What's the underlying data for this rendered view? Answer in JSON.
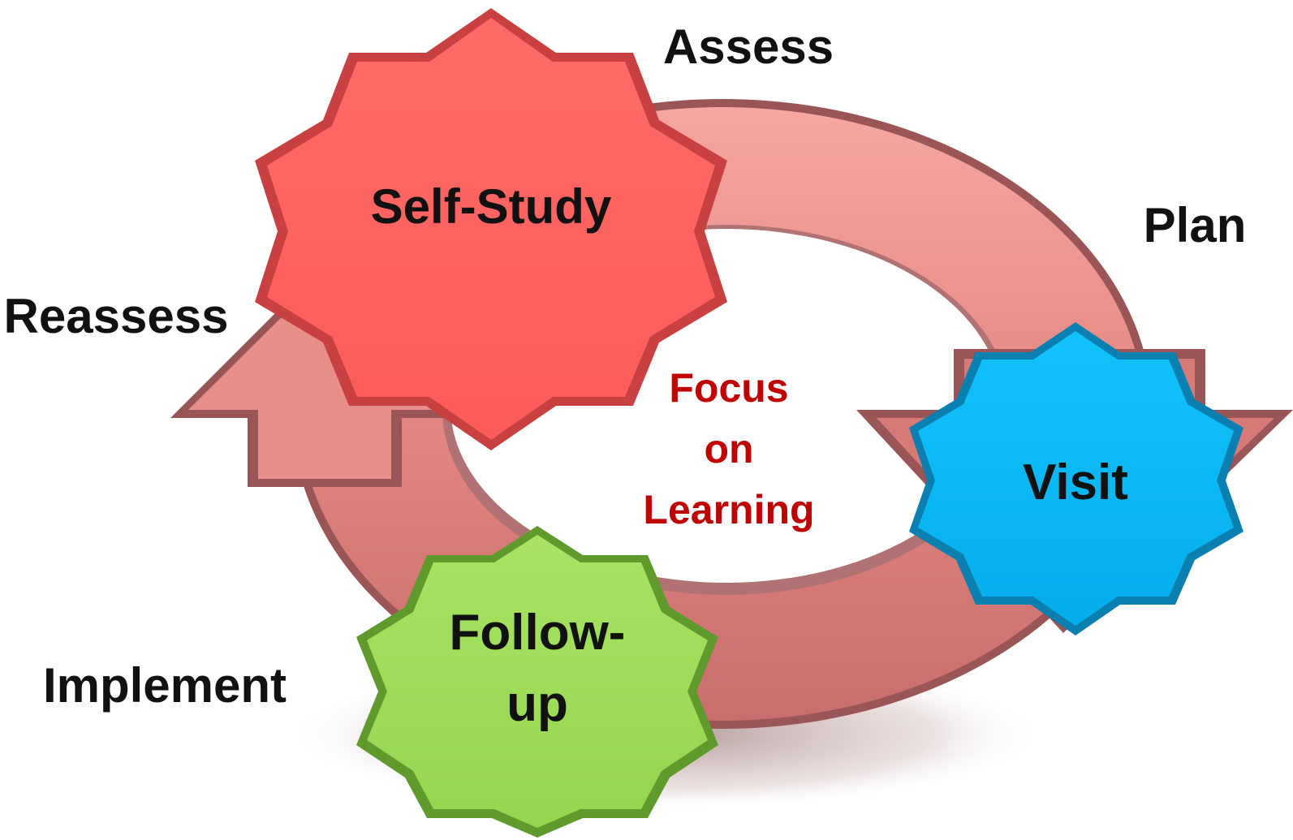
{
  "stages": {
    "assess": "Assess",
    "plan": "Plan",
    "reassess": "Reassess",
    "implement": "Implement"
  },
  "nodes": {
    "self_study": {
      "label": "Self-Study",
      "color": "#ff6361",
      "edge": "#c8403f"
    },
    "visit": {
      "label": "Visit",
      "color": "#08b8f2",
      "edge": "#0a7fb0"
    },
    "follow_up": {
      "line1": "Follow-",
      "line2": "up",
      "color": "#9ddd58",
      "edge": "#5e9a2c"
    }
  },
  "center": {
    "line1": "Focus",
    "line2": "on",
    "line3": "Learning",
    "color": "#c00000"
  },
  "cycle_arrow": {
    "color": "#e38b88",
    "edge": "#9a5556"
  }
}
